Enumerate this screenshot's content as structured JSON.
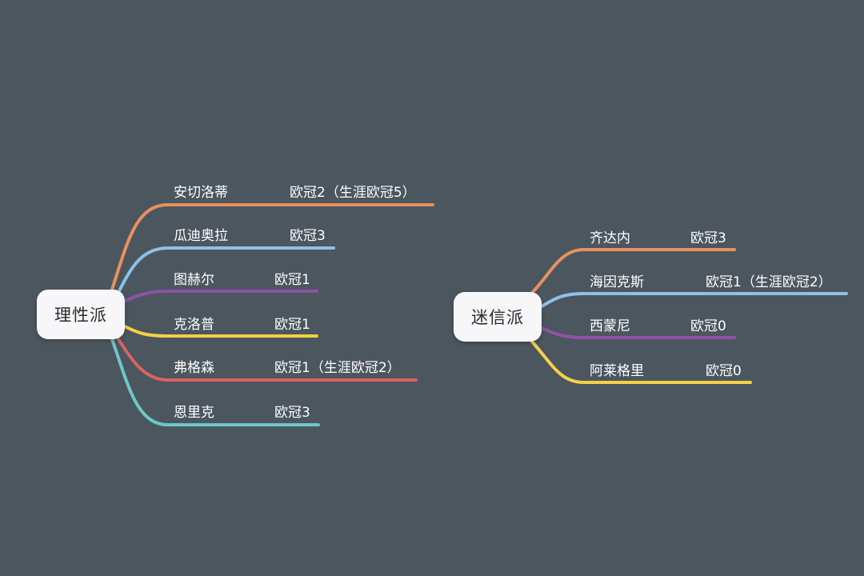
{
  "groups": [
    {
      "root": "理性派",
      "branches": [
        {
          "name": "安切洛蒂",
          "titles": "欧冠2（生涯欧冠5）",
          "color": "#e8915f"
        },
        {
          "name": "瓜迪奥拉",
          "titles": "欧冠3",
          "color": "#8cc1ea"
        },
        {
          "name": "图赫尔",
          "titles": "欧冠1",
          "color": "#8e52a6"
        },
        {
          "name": "克洛普",
          "titles": "欧冠1",
          "color": "#f3d146"
        },
        {
          "name": "弗格森",
          "titles": "欧冠1（生涯欧冠2）",
          "color": "#db6363"
        },
        {
          "name": "恩里克",
          "titles": "欧冠3",
          "color": "#6fc7c2"
        }
      ]
    },
    {
      "root": "迷信派",
      "branches": [
        {
          "name": "齐达内",
          "titles": "欧冠3",
          "color": "#e8915f"
        },
        {
          "name": "海因克斯",
          "titles": "欧冠1（生涯欧冠2）",
          "color": "#8cc1ea"
        },
        {
          "name": "西蒙尼",
          "titles": "欧冠0",
          "color": "#8e52a6"
        },
        {
          "name": "阿莱格里",
          "titles": "欧冠0",
          "color": "#f3d146"
        }
      ]
    }
  ]
}
